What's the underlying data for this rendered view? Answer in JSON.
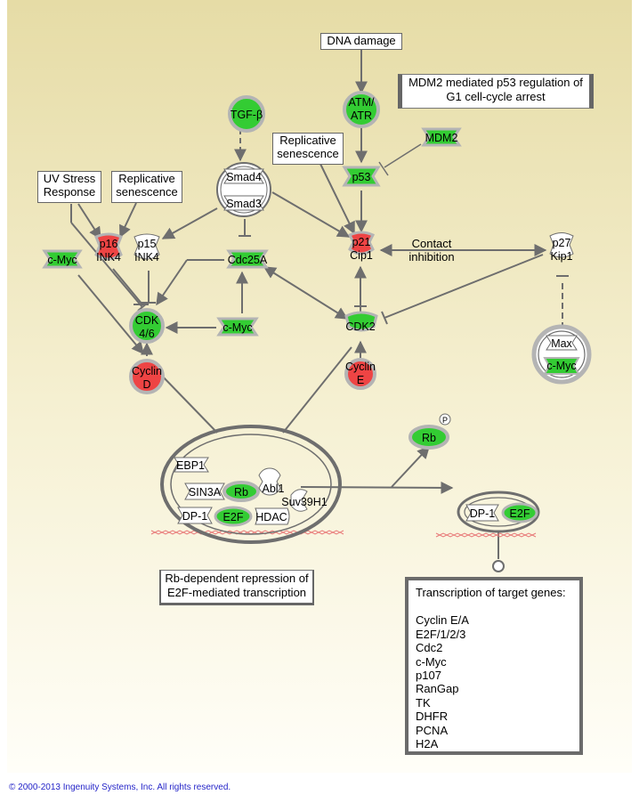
{
  "boxes": {
    "dna_damage": "DNA damage",
    "uv_stress": [
      "UV Stress",
      "Response"
    ],
    "replicative_left": [
      "Replicative",
      "senescence"
    ],
    "replicative_mid": [
      "Replicative",
      "senescence"
    ],
    "mdm2_title": [
      "MDM2 mediated p53 regulation of",
      "G1 cell-cycle arrest"
    ],
    "rb_title": [
      "Rb-dependent repression of",
      "E2F-mediated transcription"
    ]
  },
  "labels": {
    "contact": [
      "Contact",
      "inhibition"
    ]
  },
  "nodes": {
    "tgfb": "TGF-β",
    "atm": [
      "ATM/",
      "ATR"
    ],
    "mdm2": "MDM2",
    "p53": "p53",
    "smad4": "Smad4",
    "smad3": "Smad3",
    "p21": [
      "p21",
      "Cip1"
    ],
    "p27": [
      "p27",
      "Kip1"
    ],
    "p16": [
      "p16",
      "INK4"
    ],
    "p15": [
      "p15",
      "INK4"
    ],
    "cmyc_left": "c-Myc",
    "cdc25a": "Cdc25A",
    "cdk46": [
      "CDK",
      "4/6"
    ],
    "cmyc_mid": "c-Myc",
    "cdk2": "CDK2",
    "cyclind": [
      "Cyclin",
      "D"
    ],
    "cycline": [
      "Cyclin",
      "E"
    ],
    "max": "Max",
    "cmyc_right": "c-Myc",
    "rb_p": "Rb",
    "phospho": "P",
    "ebp1": "EBP1",
    "sin3a": "SIN3A",
    "rb_complex": "Rb",
    "abl1": "Abl1",
    "suv39h1": "Suv39H1",
    "dp1": "DP-1",
    "e2f": "E2F",
    "hdac": "HDAC",
    "dp1_right": "DP-1",
    "e2f_right": "E2F"
  },
  "genes": {
    "heading": "Transcription of target genes:",
    "list": [
      "Cyclin E/A",
      "E2F/1/2/3",
      "Cdc2",
      "c-Myc",
      "p107",
      "RanGap",
      "TK",
      "DHFR",
      "PCNA",
      "H2A"
    ]
  },
  "copyright": "© 2000-2013 Ingenuity Systems, Inc. All rights reserved.",
  "colors": {
    "up_green": "#33cc33",
    "down_red": "#ee4444",
    "halo_gray": "#b4b4b4",
    "edge_gray": "#6e6e6e",
    "background_top": "#e6dca6",
    "background_bottom": "#fffef8",
    "link_blue": "#2424c8"
  }
}
